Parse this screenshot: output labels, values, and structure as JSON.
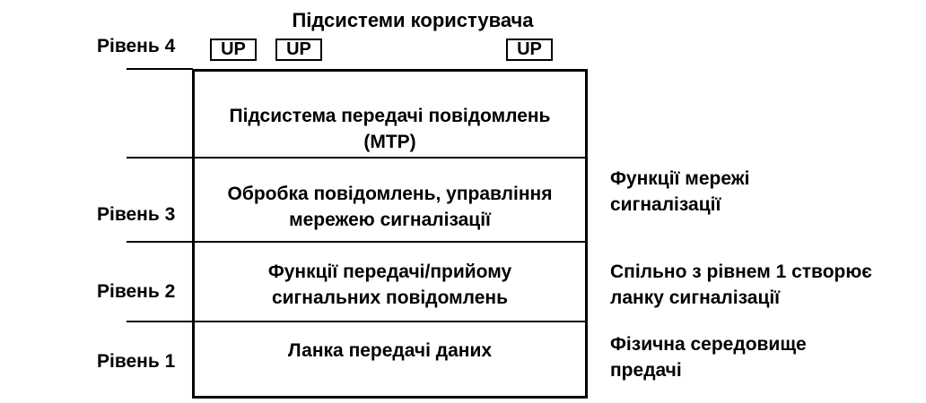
{
  "header": {
    "title": "Підсистеми користувача"
  },
  "levels": {
    "level4": "Рівень 4",
    "level3": "Рівень 3",
    "level2": "Рівень 2",
    "level1": "Рівень 1"
  },
  "up_boxes": [
    "UP",
    "UP",
    "UP"
  ],
  "layers": {
    "mtp": {
      "line1": "Підсистема передачі повідомлень",
      "line2": "(МТР)"
    },
    "l3": {
      "line1": "Обробка повідомлень, управління",
      "line2": "мережею сигналізації"
    },
    "l2": {
      "line1": "Функції передачі/прийому",
      "line2": "сигнальних повідомлень"
    },
    "l1": {
      "line1": "Ланка передачі даних"
    }
  },
  "notes": {
    "n3": {
      "line1": "Функції мережі",
      "line2": "сигналізації"
    },
    "n2": {
      "line1": "Спільно з рівнем 1 створює",
      "line2": "ланку сигналізації"
    },
    "n1": {
      "line1": "Фізична середовище",
      "line2": "предачі"
    }
  }
}
